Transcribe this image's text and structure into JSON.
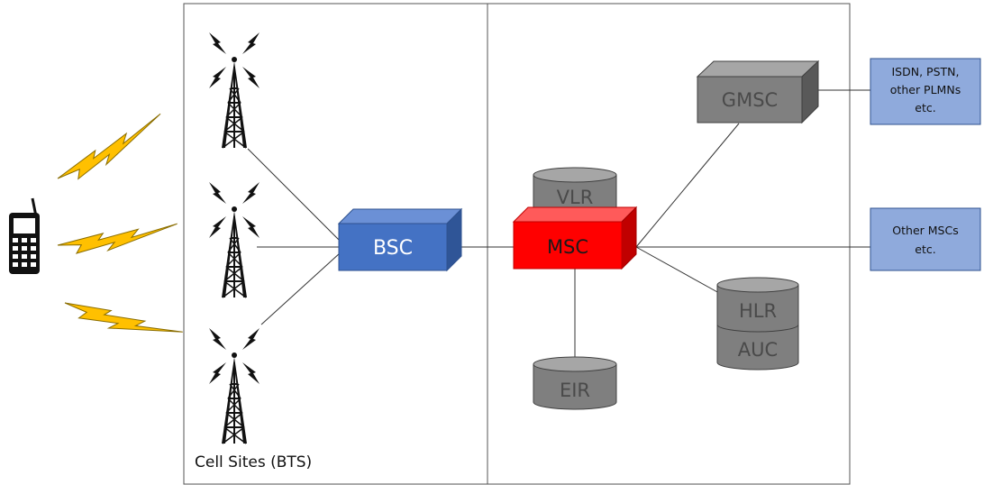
{
  "regions": {
    "cell_sites_label": "Cell Sites (BTS)"
  },
  "nodes": {
    "bsc": "BSC",
    "msc": "MSC",
    "vlr": "VLR",
    "gmsc": "GMSC",
    "hlr": "HLR",
    "auc": "AUC",
    "eir": "EIR"
  },
  "external": {
    "box1_lines": [
      "ISDN, PSTN,",
      "other PLMNs",
      "etc."
    ],
    "box2_lines": [
      "Other MSCs",
      "etc."
    ]
  },
  "colors": {
    "bsc": "#4472c4",
    "msc": "#ff0000",
    "grey_node": "#808080",
    "external_box": "#8faadc",
    "lightning": "#ffc000"
  }
}
